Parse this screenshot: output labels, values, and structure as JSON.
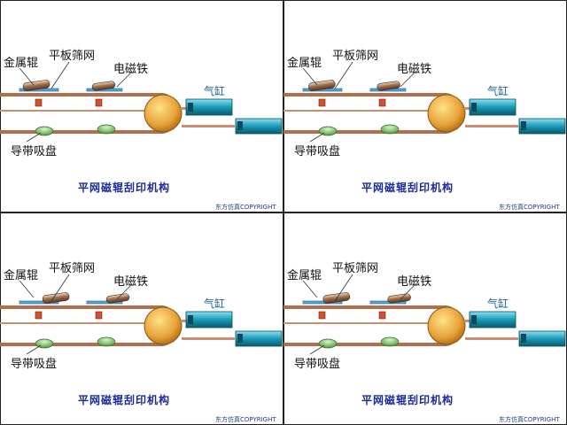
{
  "labels": {
    "metal_roller": "金属辊",
    "flat_screen": "平板筛网",
    "electromagnet": "电磁铁",
    "cylinder": "气缸",
    "suction_cup": "导带吸盘"
  },
  "title": "平网磁辊刮印机构",
  "copyright": "东方仿真COPYRIGHT",
  "colors": {
    "belt": "#b07050",
    "cylinder_body": "#1a9ab8",
    "drum": "#e8a43a",
    "cup": "#7bc96a",
    "title": "#1a2a9a",
    "cylinder_label": "#1e5aa8"
  },
  "frames": [
    {
      "name": "frame-1",
      "roller_position": 0.0
    },
    {
      "name": "frame-2",
      "roller_position": 0.1
    },
    {
      "name": "frame-3",
      "roller_position": 1.0
    },
    {
      "name": "frame-4",
      "roller_position": 0.85
    }
  ]
}
